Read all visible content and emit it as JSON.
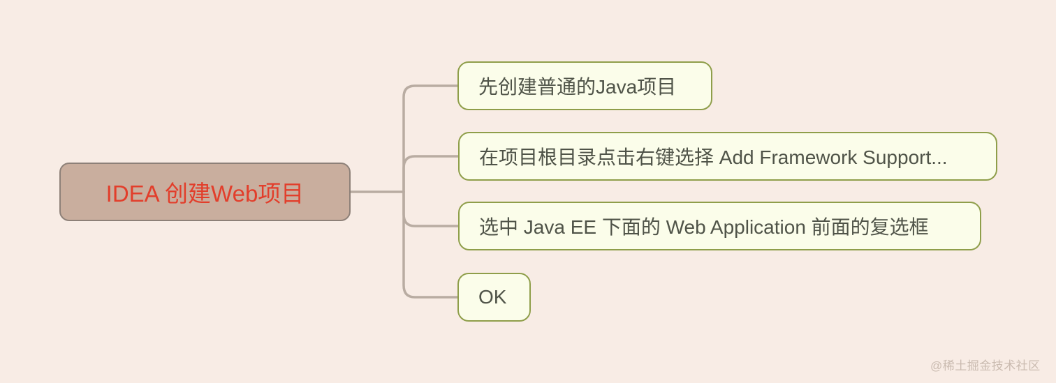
{
  "canvas": {
    "background_color": "#f8ece5",
    "connector_color": "#b9aca2"
  },
  "mindmap": {
    "root": {
      "label": "IDEA 创建Web项目",
      "fill_color": "#c9ae9e",
      "border_color": "#8d8078",
      "text_color": "#e23e2b"
    },
    "children": [
      {
        "label": "先创建普通的Java项目"
      },
      {
        "label": "在项目根目录点击右键选择 Add Framework Support..."
      },
      {
        "label": "选中 Java EE 下面的 Web Application 前面的复选框"
      },
      {
        "label": "OK"
      }
    ],
    "child_style": {
      "fill_color": "#fbfdea",
      "border_color": "#8f9e4a",
      "text_color": "#4f5348"
    }
  },
  "watermark": {
    "text": "@稀土掘金技术社区",
    "color": "#cabbb0"
  }
}
